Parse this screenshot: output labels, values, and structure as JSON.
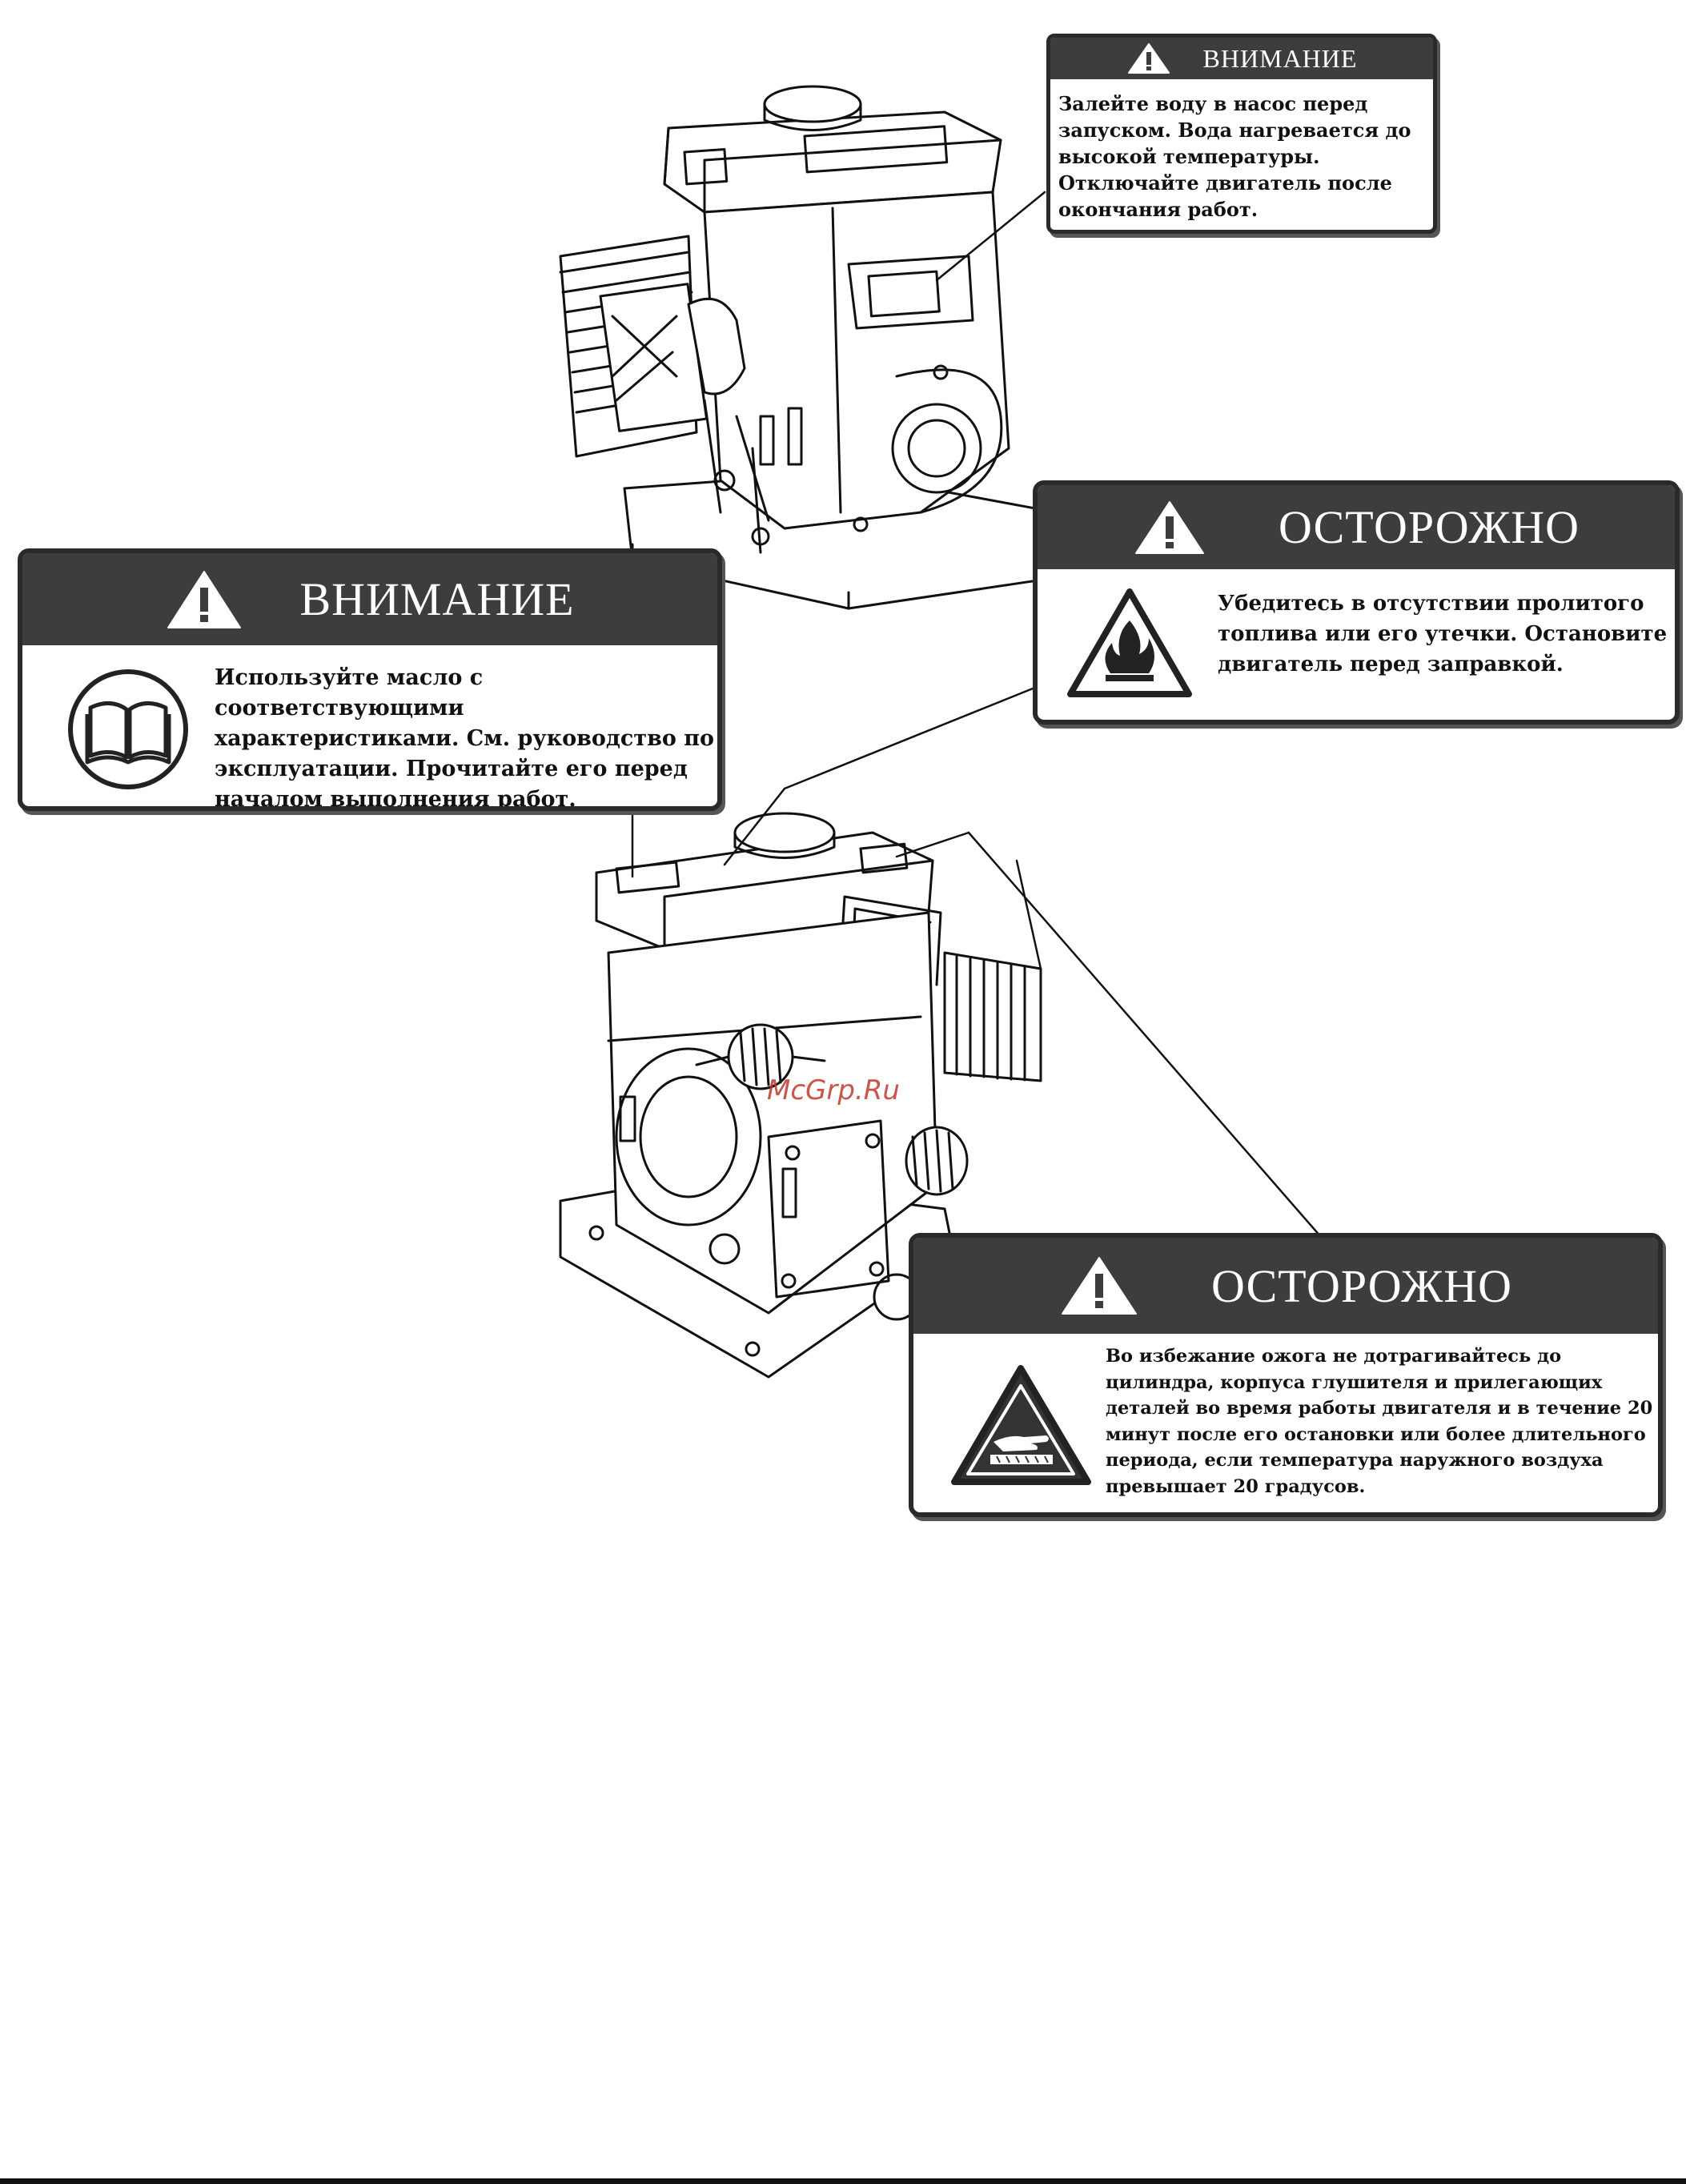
{
  "labels": {
    "top": {
      "title": "ВНИМАНИЕ",
      "lines": [
        "Залейте воду в насос перед",
        "запуском. Вода нагревается до",
        "высокой температуры.",
        "Отключайте двигатель после",
        "окончания работ."
      ]
    },
    "left": {
      "title": "ВНИМАНИЕ",
      "icon": "manual-book-icon",
      "lines": [
        "Используйте масло с соответствующими",
        "характеристиками. См. руководство по",
        "эксплуатации. Прочитайте его перед",
        "началом выполнения работ."
      ]
    },
    "right": {
      "title": "ОСТОРОЖНО",
      "icon": "flammable-icon",
      "lines": [
        "Убедитесь в отсутствии пролитого",
        "топлива или его утечки. Остановите",
        "двигатель перед заправкой."
      ]
    },
    "bottom": {
      "title": "ОСТОРОЖНО",
      "icon": "hot-surface-icon",
      "lines": [
        "Во избежание ожога не дотрагивайтесь до",
        "цилиндра, корпуса глушителя и прилегающих",
        "деталей во время работы двигателя и в течение 20",
        "минут после его остановки или более длительного",
        "периода, если температура наружного воздуха",
        "превышает 20 градусов."
      ]
    }
  },
  "watermark": "McGrp.Ru",
  "colors": {
    "header": "#3d3d3d",
    "border": "#2a2a2a",
    "watermark": "#c0392b"
  }
}
